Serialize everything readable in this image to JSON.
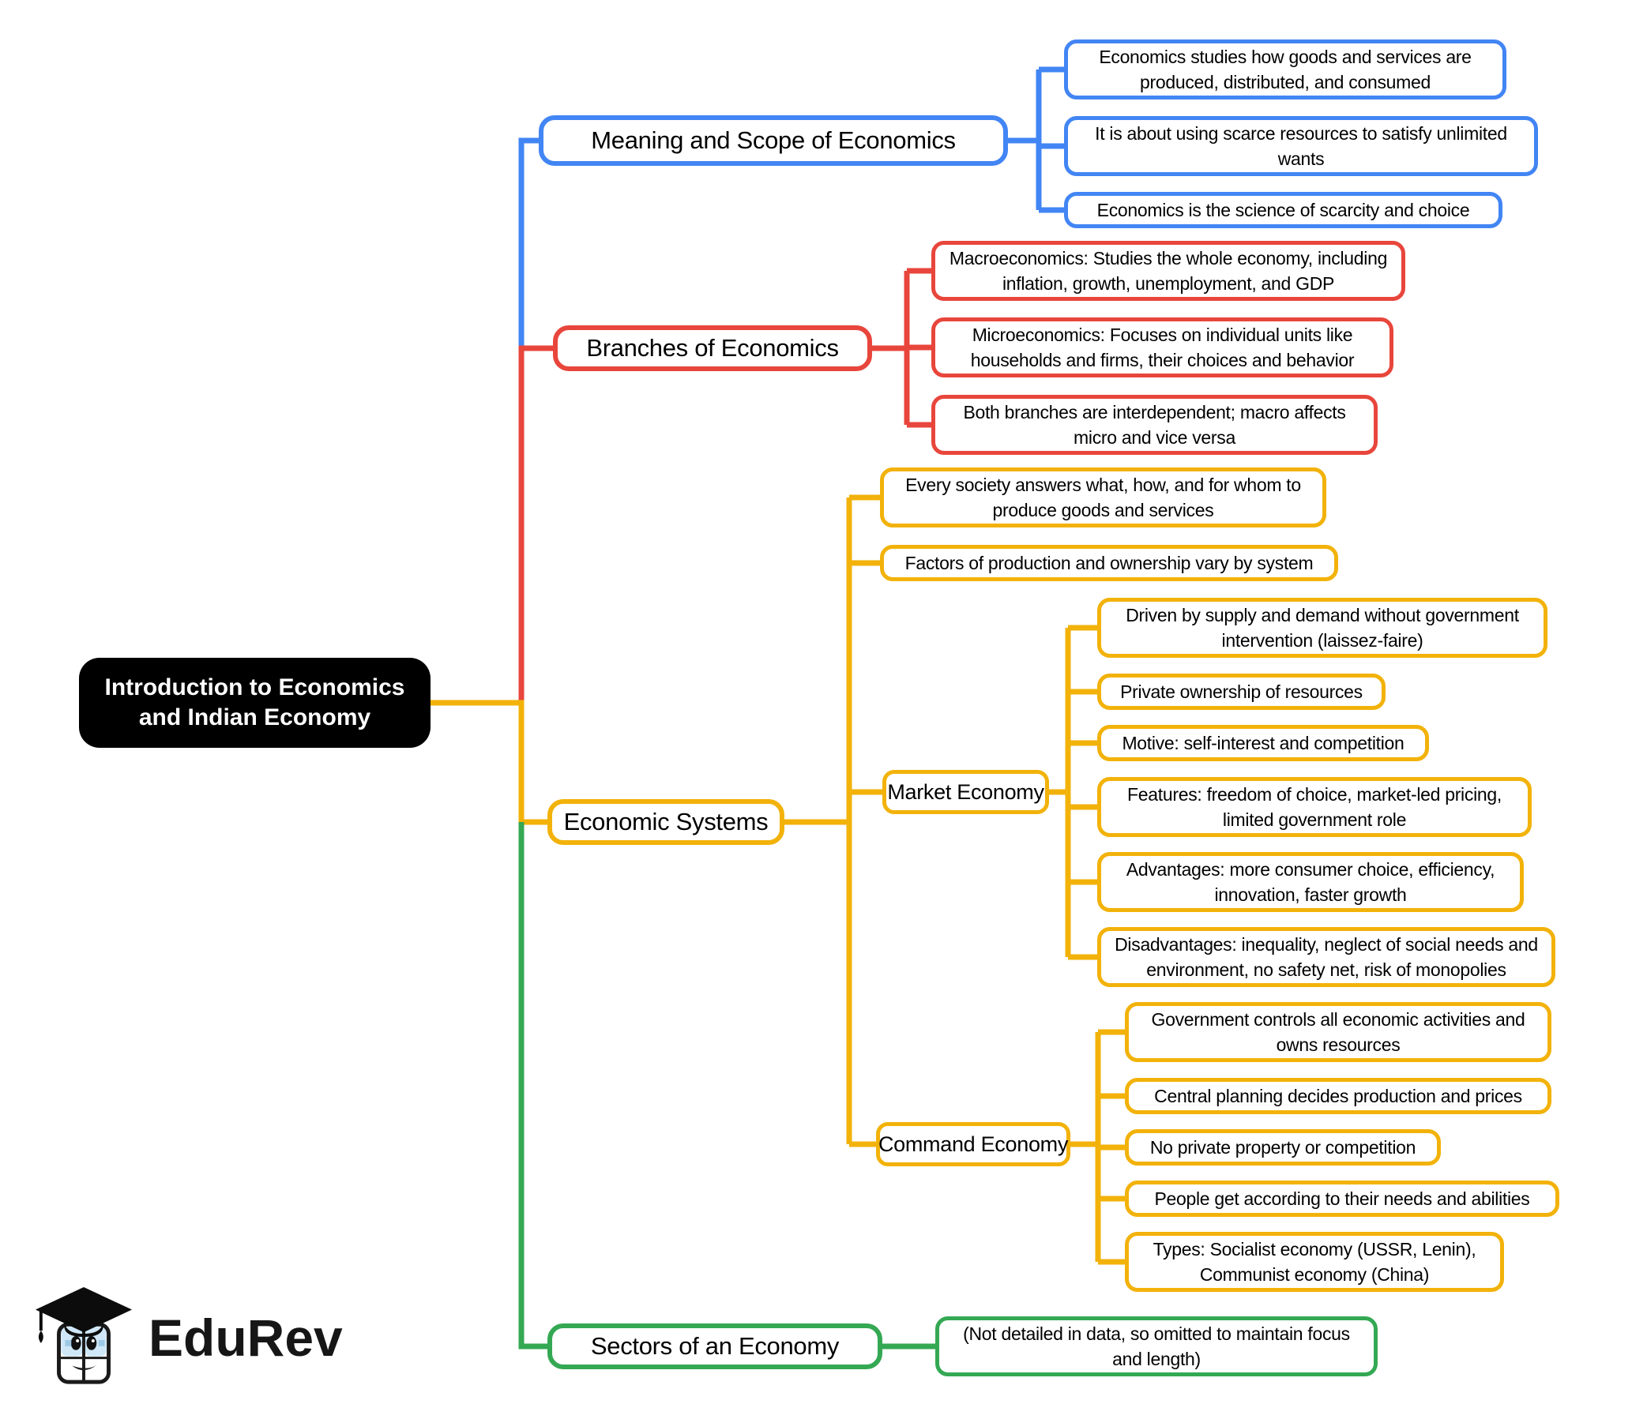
{
  "root": {
    "label": "Introduction to Economics and Indian Economy"
  },
  "branches": [
    {
      "label": "Meaning and Scope of Economics",
      "color": "#4285F4",
      "children": [
        {
          "label": "Economics studies how goods and services are produced, distributed, and consumed"
        },
        {
          "label": "It is about using scarce resources to satisfy unlimited wants"
        },
        {
          "label": "Economics is the science of scarcity and choice"
        }
      ]
    },
    {
      "label": "Branches of Economics",
      "color": "#E8463C",
      "children": [
        {
          "label": "Macroeconomics: Studies the whole economy, including inflation, growth, unemployment, and GDP"
        },
        {
          "label": "Microeconomics: Focuses on individual units like households and firms, their choices and behavior"
        },
        {
          "label": "Both branches are interdependent; macro affects micro and vice versa"
        }
      ]
    },
    {
      "label": "Economic Systems",
      "color": "#F2B20A",
      "children": [
        {
          "label": "Every society answers what, how, and for whom to produce goods and services"
        },
        {
          "label": "Factors of production and ownership vary by system"
        },
        {
          "label": "Market Economy",
          "children": [
            {
              "label": "Driven by supply and demand without government intervention (laissez-faire)"
            },
            {
              "label": "Private ownership of resources"
            },
            {
              "label": "Motive: self-interest and competition"
            },
            {
              "label": "Features: freedom of choice, market-led pricing, limited government role"
            },
            {
              "label": "Advantages: more consumer choice, efficiency, innovation, faster growth"
            },
            {
              "label": "Disadvantages: inequality, neglect of social needs and environment, no safety net, risk of monopolies"
            }
          ]
        },
        {
          "label": "Command Economy",
          "children": [
            {
              "label": "Government controls all economic activities and owns resources"
            },
            {
              "label": "Central planning decides production and prices"
            },
            {
              "label": "No private property or competition"
            },
            {
              "label": "People get according to their needs and abilities"
            },
            {
              "label": "Types: Socialist economy (USSR, Lenin), Communist economy (China)"
            }
          ]
        }
      ]
    },
    {
      "label": "Sectors of an Economy",
      "color": "#34A853",
      "children": [
        {
          "label": "(Not detailed in data, so omitted to maintain focus and length)"
        }
      ]
    }
  ],
  "colors": {
    "blue": "#4285F4",
    "red": "#E8463C",
    "yellow": "#F2B20A",
    "green": "#34A853",
    "root_bg": "#000000",
    "text": "#000000"
  },
  "logo": {
    "brand": "EduRev"
  }
}
